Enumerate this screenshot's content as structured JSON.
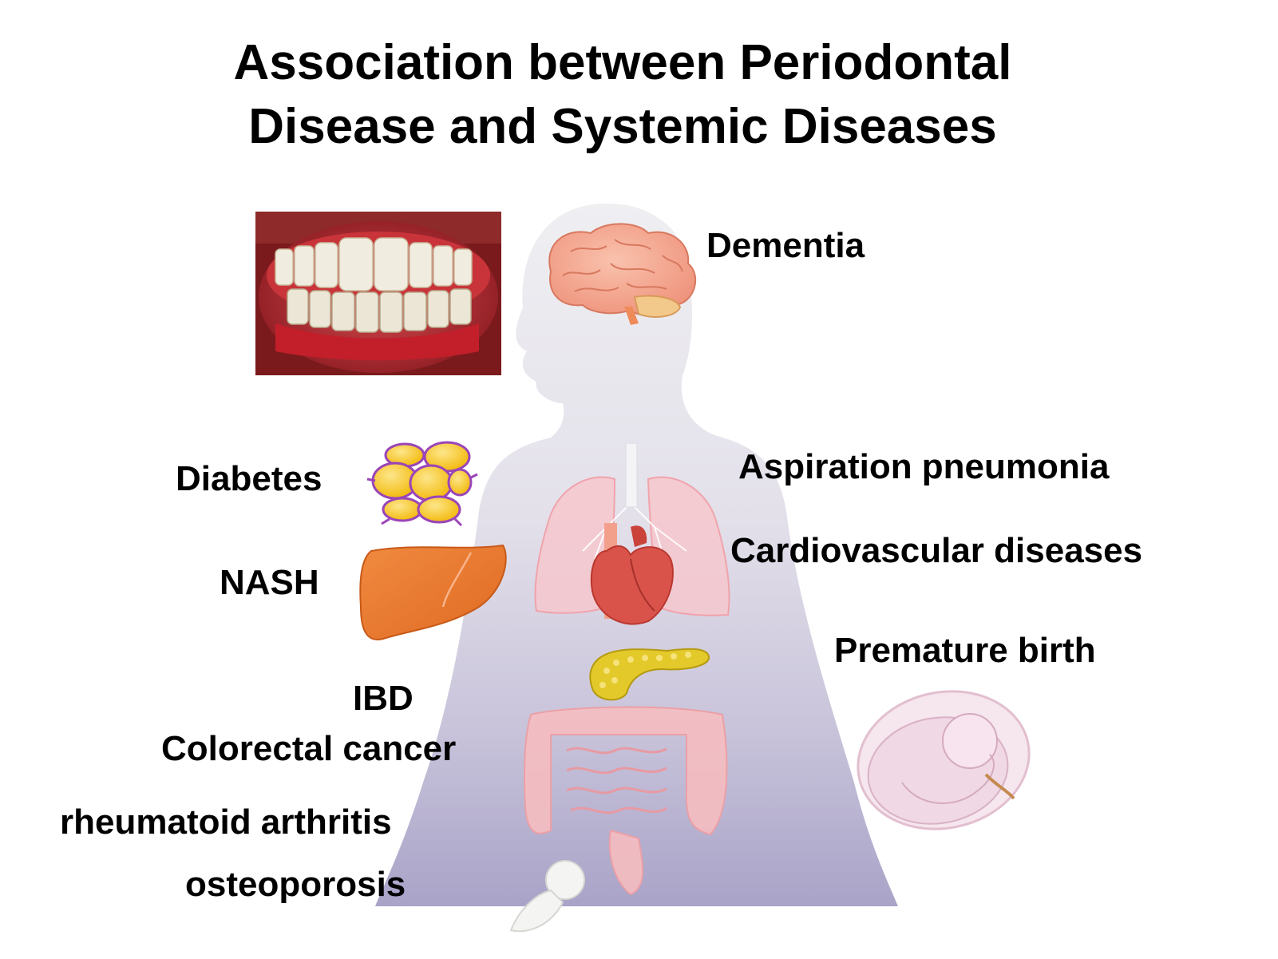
{
  "title": {
    "line1": "Association between Periodontal",
    "line2": "Disease and Systemic Diseases"
  },
  "diseases": {
    "dementia": "Dementia",
    "diabetes": "Diabetes",
    "aspiration_pneumonia": "Aspiration pneumonia",
    "cardiovascular": "Cardiovascular diseases",
    "nash": "NASH",
    "premature_birth": "Premature birth",
    "ibd": "IBD",
    "colorectal_cancer": "Colorectal cancer",
    "rheumatoid_arthritis": "rheumatoid arthritis",
    "osteoporosis": "osteoporosis"
  },
  "colors": {
    "body_top": "#ececef",
    "body_bottom": "#a9a3c8",
    "brain": "#f3a48d",
    "lung": "#f6c7cc",
    "heart": "#d9534b",
    "liver": "#ec7a30",
    "pancreas": "#e3c92a",
    "fat_cell": "#f6cc1e",
    "fat_membrane": "#9a45b8",
    "intestine": "#f5bcc0",
    "fetus": "#f0d8e4",
    "gum": "#c62530"
  },
  "icons": {
    "mouth_photo": "inflamed-gums-photo-icon",
    "brain": "brain-icon",
    "fat_cells": "adipocytes-icon",
    "lungs": "lungs-icon",
    "heart": "heart-icon",
    "liver": "liver-icon",
    "pancreas": "pancreas-icon",
    "intestine": "intestine-icon",
    "fetus": "fetus-icon",
    "bone": "bone-icon"
  }
}
